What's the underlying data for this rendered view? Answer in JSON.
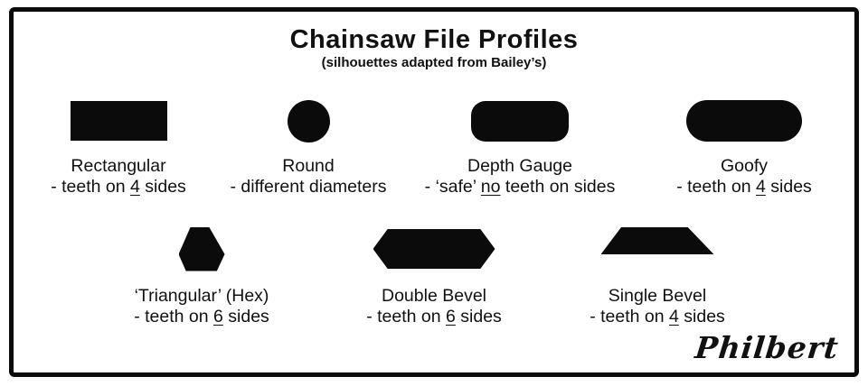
{
  "title": "Chainsaw File Profiles",
  "subtitle": "(silhouettes adapted from Bailey’s)",
  "signature": "Philbert",
  "colors": {
    "ink": "#0b0b0b",
    "background": "#ffffff"
  },
  "profiles": [
    {
      "name": "Rectangular",
      "shape": "rectangle-silhouette",
      "desc_pre": "- teeth on ",
      "desc_u": "4",
      "desc_post": " sides"
    },
    {
      "name": "Round",
      "shape": "circle-silhouette",
      "desc_pre": "- different diameters",
      "desc_u": "",
      "desc_post": ""
    },
    {
      "name": "Depth Gauge",
      "shape": "rounded-bar-silhouette",
      "desc_pre": "- ‘safe’ ",
      "desc_u": "no",
      "desc_post": " teeth on sides"
    },
    {
      "name": "Goofy",
      "shape": "pill-silhouette",
      "desc_pre": "- teeth on ",
      "desc_u": "4",
      "desc_post": " sides"
    },
    {
      "name": "‘Triangular’ (Hex)",
      "shape": "truncated-triangle-silhouette",
      "desc_pre": "- teeth on ",
      "desc_u": "6",
      "desc_post": " sides"
    },
    {
      "name": "Double Bevel",
      "shape": "elongated-hexagon-silhouette",
      "desc_pre": "- teeth on ",
      "desc_u": "6",
      "desc_post": " sides"
    },
    {
      "name": "Single Bevel",
      "shape": "trapezoid-silhouette",
      "desc_pre": "- teeth on ",
      "desc_u": "4",
      "desc_post": " sides"
    }
  ]
}
